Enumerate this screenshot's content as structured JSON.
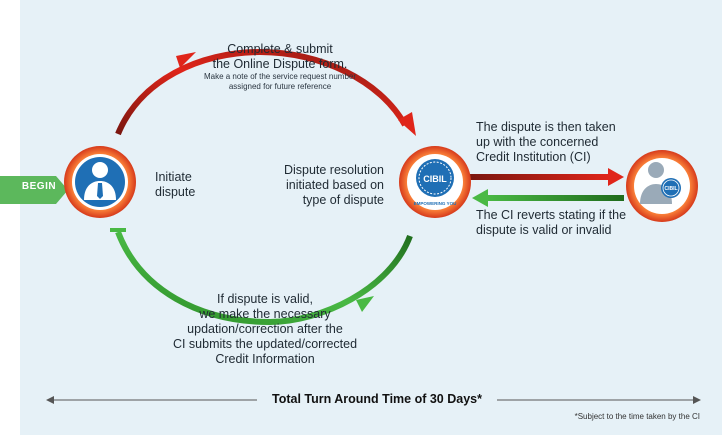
{
  "colors": {
    "background": "#e6f1f7",
    "red_arrow": "#e0251a",
    "dark_red_arrow": "#8b1a12",
    "green_arrow": "#3aa935",
    "dark_green_arrow": "#1f6b1c",
    "node_ring": "#f0592a",
    "node_inner": "#ffffff",
    "badge_blue": "#1f6fb5",
    "begin_green": "#5cb85c"
  },
  "begin": {
    "label": "BEGIN"
  },
  "nodes": {
    "initiate": {
      "label_line1": "Initiate",
      "label_line2": "dispute",
      "icon": "person-icon"
    },
    "cibil": {
      "label_line1": "Dispute resolution",
      "label_line2": "initiated based on",
      "label_line3": "type of dispute",
      "badge_text": "CIBIL",
      "tagline": "EMPOWERING YOU"
    },
    "ci": {
      "icon": "person-with-cibil-badge-icon",
      "badge_text": "CIBIL"
    }
  },
  "steps": {
    "submit": {
      "line1": "Complete & submit",
      "line2": "the Online Dispute form.",
      "note_line1": "Make a note of the service request number",
      "note_line2": "assigned for future reference"
    },
    "taken_up": {
      "line1": "The dispute is then taken",
      "line2": "up with the concerned",
      "line3": "Credit Institution (CI)"
    },
    "ci_reverts": {
      "line1": "The CI reverts stating if the",
      "line2": "dispute is valid or invalid"
    },
    "valid": {
      "line1": "If dispute is valid,",
      "line2": "we make the necessary",
      "line3": "updation/correction after the",
      "line4": "CI submits the updated/corrected",
      "line5": "Credit Information"
    }
  },
  "timeline": {
    "label": "Total Turn Around Time of 30 Days*",
    "footnote": "*Subject to the time taken by the CI"
  }
}
